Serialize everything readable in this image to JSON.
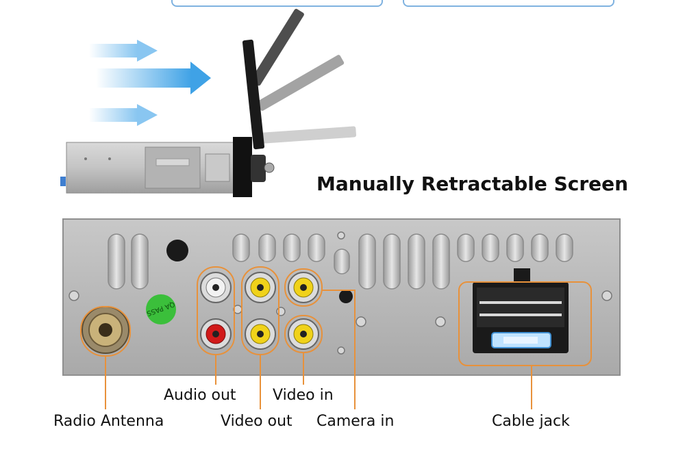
{
  "heading": "Manually Retractable Screen",
  "badge": "QA PASS",
  "labels": {
    "audio_out": "Audio out",
    "video_in": "Video in",
    "radio_antenna": "Radio Antenna",
    "video_out": "Video out",
    "camera_in": "Camera in",
    "cable_jack": "Cable jack"
  },
  "colors": {
    "callout": "#e8913a",
    "arrow": "#3fa2e6",
    "panel": "#b9b9b9",
    "rca_white": "#f2f2f2",
    "rca_red": "#d11a1a",
    "rca_yellow": "#f0d21a",
    "badge": "#3bbf3b"
  }
}
